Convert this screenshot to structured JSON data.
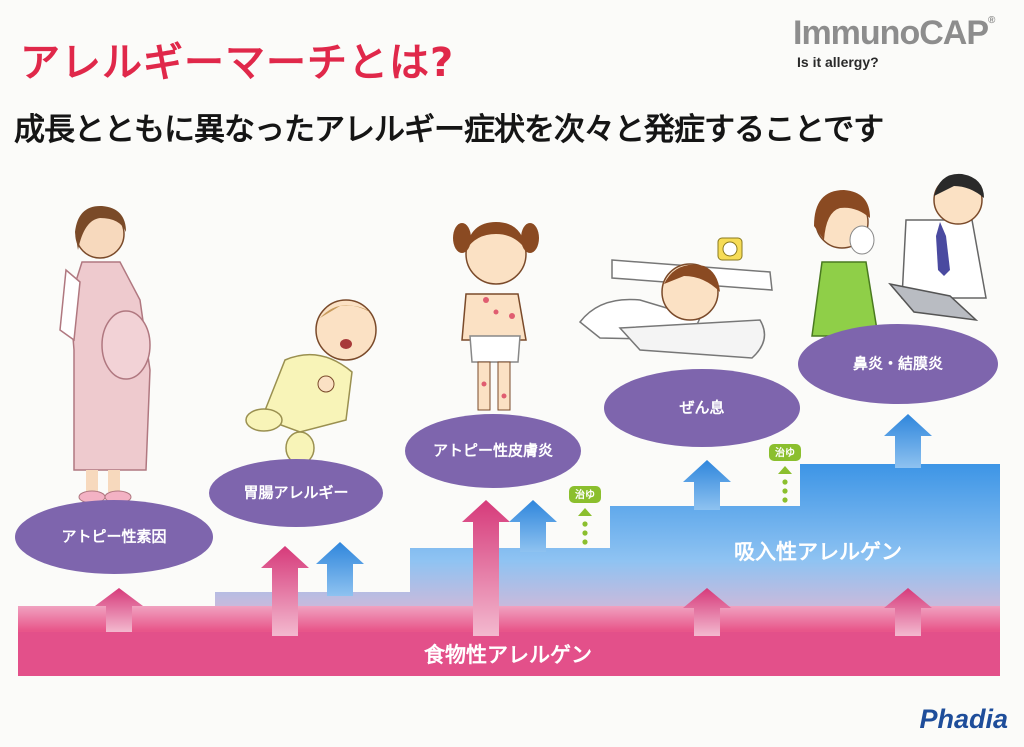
{
  "title": "アレルギーマーチとは?",
  "subtitle": "成長とともに異なったアレルギー症状を次々と発症することです",
  "logo": {
    "name": "ImmunoCAP",
    "registered": "®",
    "tagline": "Is it allergy?"
  },
  "brand": "Phadia",
  "stages": [
    {
      "label": "アトピー性素因"
    },
    {
      "label": "胃腸アレルギー"
    },
    {
      "label": "アトピー性皮膚炎"
    },
    {
      "label": "ぜん息"
    },
    {
      "label": "鼻炎・結膜炎"
    }
  ],
  "bands": {
    "food": "食物性アレルゲン",
    "inhalant": "吸入性アレルゲン"
  },
  "healing_badge": "治ゆ",
  "colors": {
    "title_red": "#e0284a",
    "food_pink": "#e8568a",
    "inhalant_blue": "#3d95e6",
    "ellipse_purple": "#7e65ad",
    "heal_green": "#8bbf2e",
    "brand_blue": "#1e4d9a"
  }
}
